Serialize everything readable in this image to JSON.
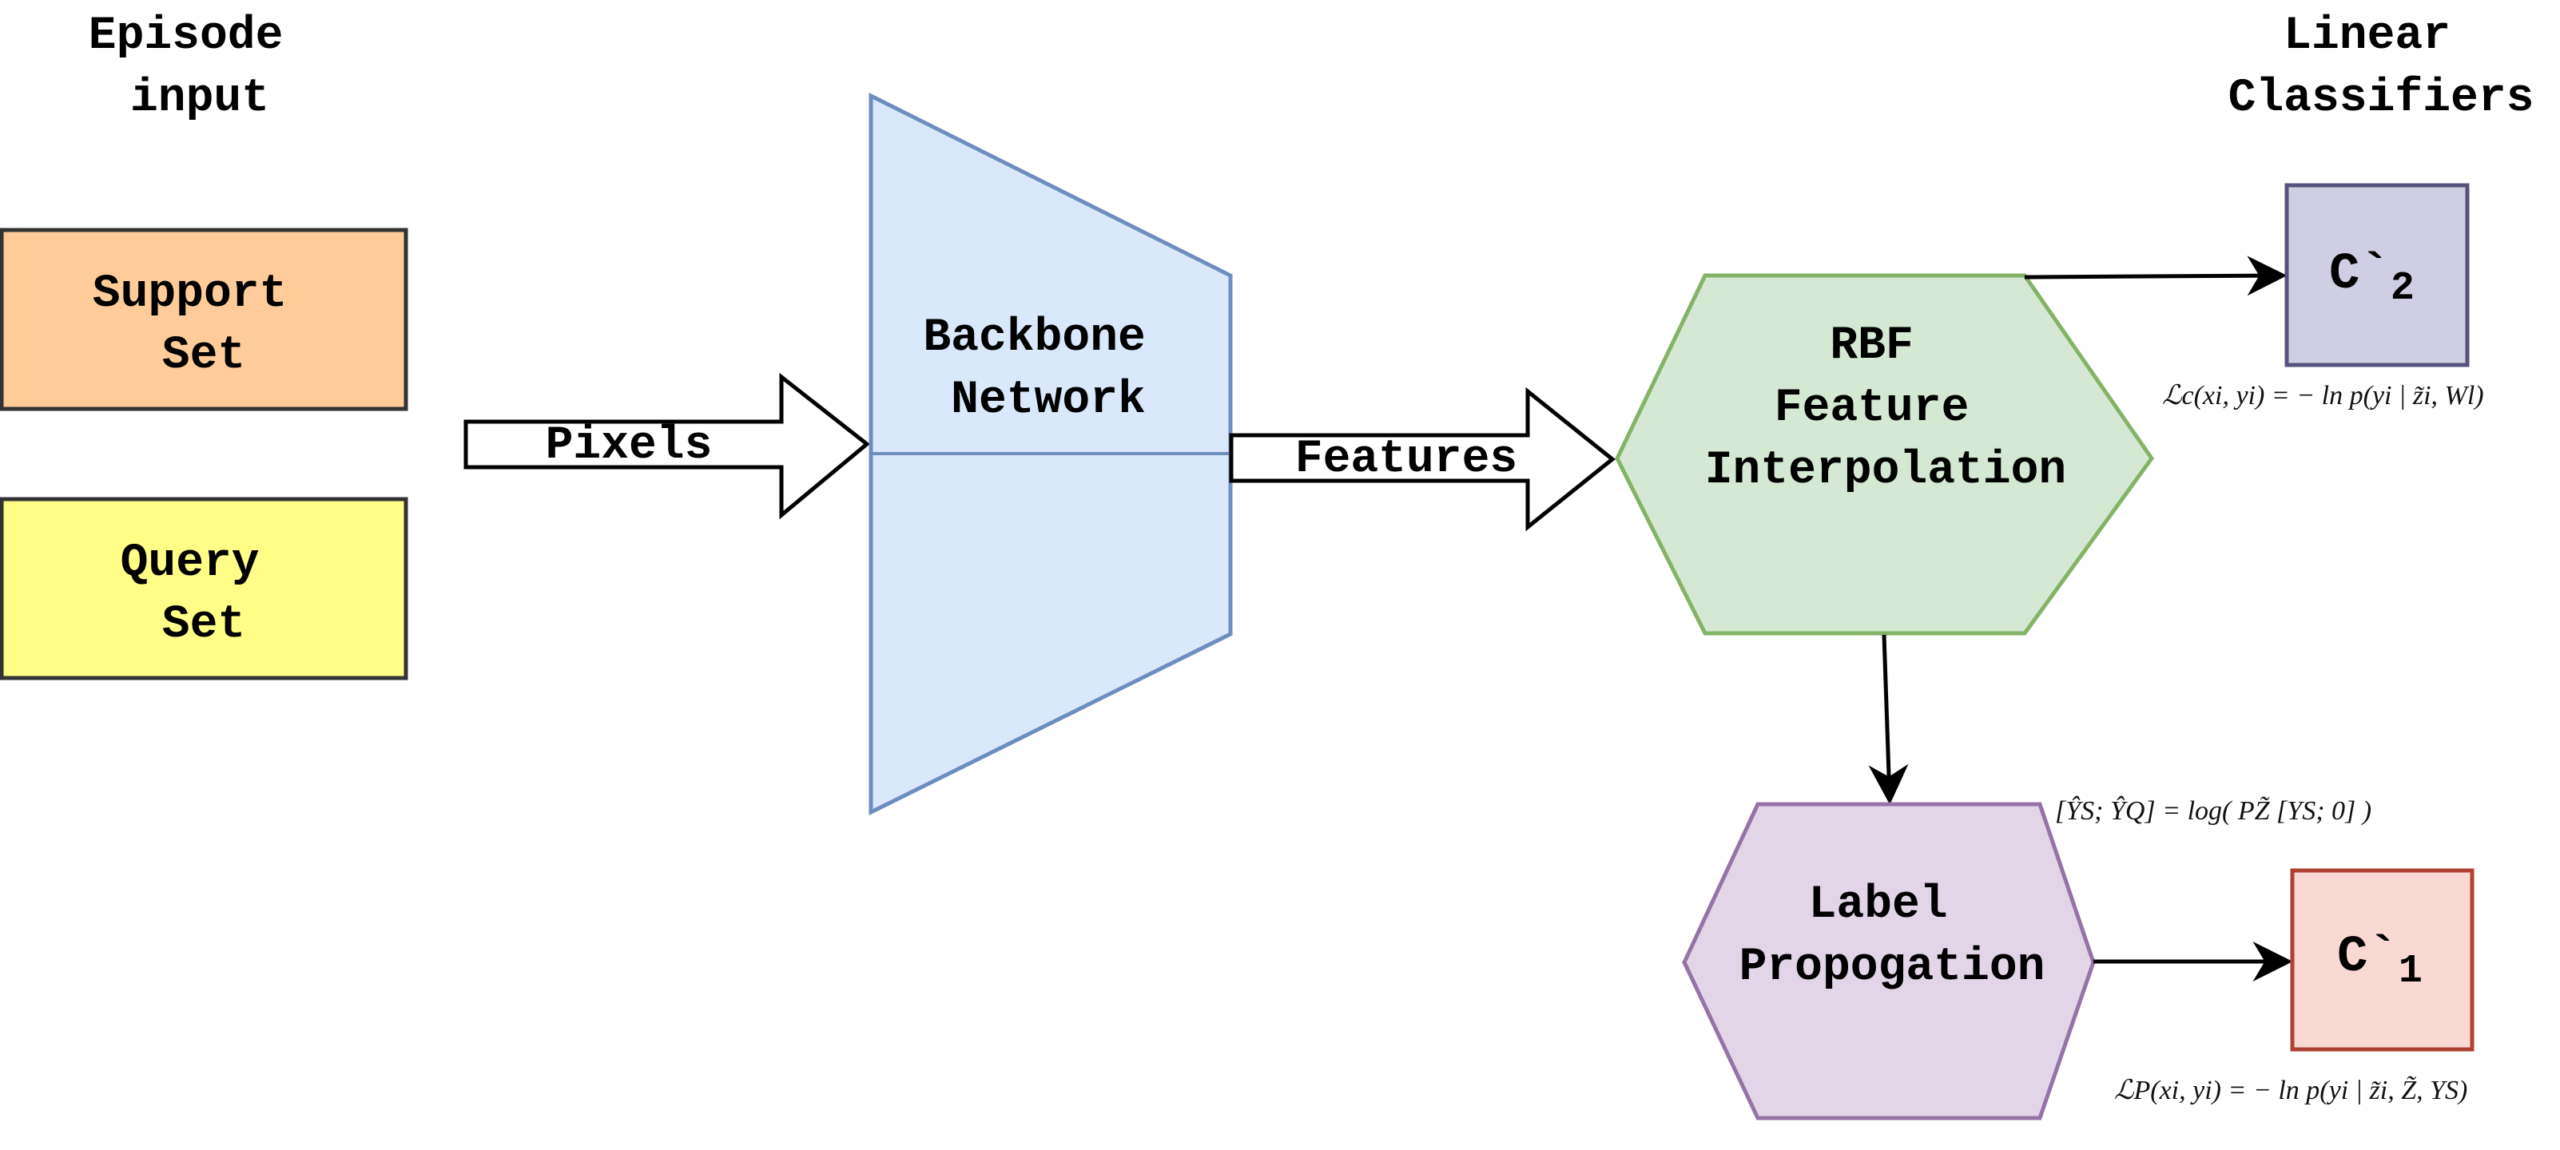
{
  "headers": {
    "episode_input": [
      "Episode",
      "input"
    ],
    "linear_classifiers": [
      "Linear",
      "Classifiers"
    ]
  },
  "nodes": {
    "support_set": [
      "Support",
      "Set"
    ],
    "query_set": [
      "Query",
      "Set"
    ],
    "backbone": [
      "Backbone",
      "Network"
    ],
    "rbf": [
      "RBF",
      "Feature",
      "Interpolation"
    ],
    "label_prop": [
      "Label",
      "Propogation"
    ],
    "classifier_2": {
      "main": "C`",
      "sub": "2"
    },
    "classifier_1": {
      "main": "C`",
      "sub": "1"
    }
  },
  "edges": {
    "pixels": "Pixels",
    "features": "Features"
  },
  "equations": {
    "loss_c": "ℒc(xi, yi) = − ln p(yi | z̃i, Wl)",
    "label_prop_eq": "[ŶS; ŶQ] = log( PZ̃ [YS; 0] )",
    "loss_p": "ℒP(xi, yi) = − ln p(yi | z̃i, Z̃, YS)"
  },
  "colors": {
    "support_fill": "#ffcc99",
    "support_stroke": "#333333",
    "query_fill": "#ffff88",
    "query_stroke": "#333333",
    "backbone_fill": "#dae8fc",
    "backbone_stroke": "#6c8ebf",
    "rbf_fill": "#d5e8d4",
    "rbf_stroke": "#82b366",
    "labelprop_fill": "#e1d5e7",
    "labelprop_stroke": "#9673a6",
    "c2_fill": "#d0cee2",
    "c2_stroke": "#56517e",
    "c1_fill": "#fad9d5",
    "c1_stroke": "#ae4132"
  }
}
